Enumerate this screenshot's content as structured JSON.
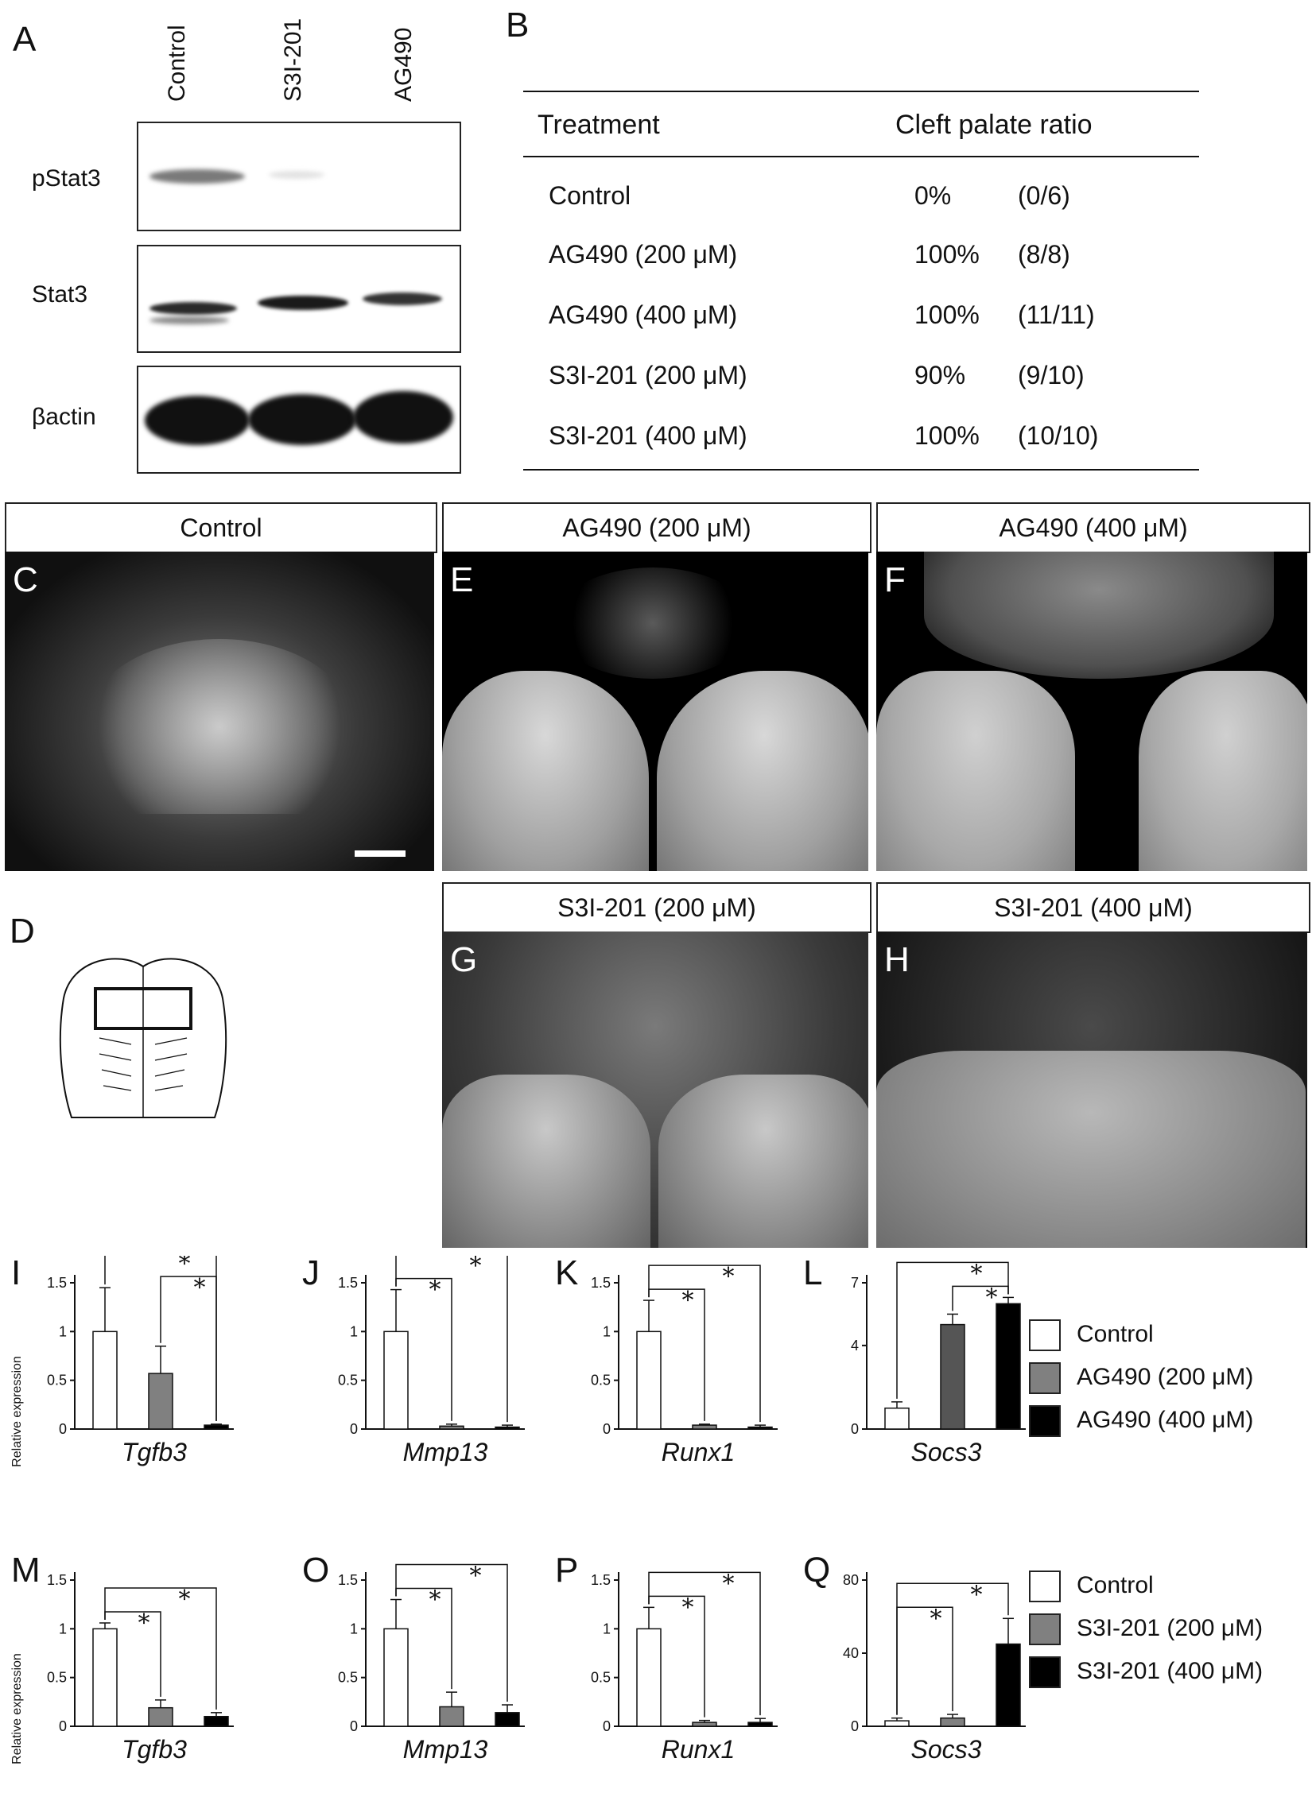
{
  "panels": {
    "A": "A",
    "B": "B",
    "C": "C",
    "D": "D",
    "E": "E",
    "F": "F",
    "G": "G",
    "H": "H",
    "I": "I",
    "J": "J",
    "K": "K",
    "L": "L",
    "M": "M",
    "O": "O",
    "P": "P",
    "Q": "Q"
  },
  "western": {
    "lanes": [
      "Control",
      "S3I-201",
      "AG490"
    ],
    "rows": [
      "pStat3",
      "Stat3",
      "βactin"
    ]
  },
  "table": {
    "header": [
      "Treatment",
      "Cleft palate ratio"
    ],
    "rows": [
      {
        "treatment": "Control",
        "pct": "0%",
        "ratio": "(0/6)"
      },
      {
        "treatment": "AG490 (200 μM)",
        "pct": "100%",
        "ratio": "(8/8)"
      },
      {
        "treatment": "AG490 (400 μM)",
        "pct": "100%",
        "ratio": "(11/11)"
      },
      {
        "treatment": "S3I-201 (200 μM)",
        "pct": "90%",
        "ratio": "(9/10)"
      },
      {
        "treatment": "S3I-201 (400 μM)",
        "pct": "100%",
        "ratio": "(10/10)"
      }
    ]
  },
  "images": {
    "C": "Control",
    "E": "AG490 (200 μM)",
    "F": "AG490 (400 μM)",
    "G": "S3I-201 (200 μM)",
    "H": "S3I-201 (400 μM)"
  },
  "legend_ag": [
    "Control",
    "AG490 (200 μM)",
    "AG490 (400 μM)"
  ],
  "legend_s3": [
    "Control",
    "S3I-201 (200 μM)",
    "S3I-201 (400 μM)"
  ],
  "colors": {
    "control": "#ffffff",
    "mid": "#808080",
    "high": "#000000",
    "mid_dark": "#555555"
  },
  "chart_data": [
    {
      "type": "bar",
      "panel": "I",
      "gene": "Tgfb3",
      "ylabel": "Relative expression",
      "ylim": [
        0,
        1.5
      ],
      "yticks": [
        "0",
        "0.5",
        "1",
        "1.5"
      ],
      "values": [
        1.0,
        0.57,
        0.04
      ],
      "errors": [
        0.45,
        0.28,
        0.01
      ],
      "sig": [
        [
          0,
          2
        ],
        [
          1,
          2
        ]
      ]
    },
    {
      "type": "bar",
      "panel": "J",
      "gene": "Mmp13",
      "ylabel": "",
      "ylim": [
        0,
        1.5
      ],
      "yticks": [
        "0",
        "0.5",
        "1",
        "1.5"
      ],
      "values": [
        1.0,
        0.03,
        0.02
      ],
      "errors": [
        0.43,
        0.02,
        0.02
      ],
      "sig": [
        [
          0,
          1
        ],
        [
          0,
          2
        ]
      ]
    },
    {
      "type": "bar",
      "panel": "K",
      "gene": "Runx1",
      "ylabel": "",
      "ylim": [
        0,
        1.5
      ],
      "yticks": [
        "0",
        "0.5",
        "1",
        "1.5"
      ],
      "values": [
        1.0,
        0.04,
        0.02
      ],
      "errors": [
        0.32,
        0.01,
        0.02
      ],
      "sig": [
        [
          0,
          1
        ],
        [
          0,
          2
        ]
      ]
    },
    {
      "type": "bar",
      "panel": "L",
      "gene": "Socs3",
      "ylabel": "",
      "ylim": [
        0,
        7
      ],
      "yticks": [
        "0",
        "4",
        "7"
      ],
      "values": [
        1.0,
        5.0,
        6.0
      ],
      "errors": [
        0.3,
        0.5,
        0.3
      ],
      "sig": [
        [
          0,
          2
        ],
        [
          1,
          2
        ]
      ],
      "dark_mid": true
    },
    {
      "type": "bar",
      "panel": "M",
      "gene": "Tgfb3",
      "ylabel": "Relative expression",
      "ylim": [
        0,
        1.5
      ],
      "yticks": [
        "0",
        "0.5",
        "1",
        "1.5"
      ],
      "values": [
        1.0,
        0.19,
        0.1
      ],
      "errors": [
        0.06,
        0.08,
        0.04
      ],
      "sig": [
        [
          0,
          1
        ],
        [
          0,
          2
        ]
      ]
    },
    {
      "type": "bar",
      "panel": "O",
      "gene": "Mmp13",
      "ylabel": "",
      "ylim": [
        0,
        1.5
      ],
      "yticks": [
        "0",
        "0.5",
        "1",
        "1.5"
      ],
      "values": [
        1.0,
        0.2,
        0.14
      ],
      "errors": [
        0.3,
        0.15,
        0.08
      ],
      "sig": [
        [
          0,
          1
        ],
        [
          0,
          2
        ]
      ]
    },
    {
      "type": "bar",
      "panel": "P",
      "gene": "Runx1",
      "ylabel": "",
      "ylim": [
        0,
        1.5
      ],
      "yticks": [
        "0",
        "0.5",
        "1",
        "1.5"
      ],
      "values": [
        1.0,
        0.04,
        0.04
      ],
      "errors": [
        0.22,
        0.02,
        0.04
      ],
      "sig": [
        [
          0,
          1
        ],
        [
          0,
          2
        ]
      ]
    },
    {
      "type": "bar",
      "panel": "Q",
      "gene": "Socs3",
      "ylabel": "",
      "ylim": [
        0,
        80
      ],
      "yticks": [
        "0",
        "40",
        "80"
      ],
      "values": [
        3,
        4.5,
        45
      ],
      "errors": [
        1.5,
        2,
        14
      ],
      "sig": [
        [
          0,
          1
        ],
        [
          0,
          2
        ]
      ]
    }
  ]
}
